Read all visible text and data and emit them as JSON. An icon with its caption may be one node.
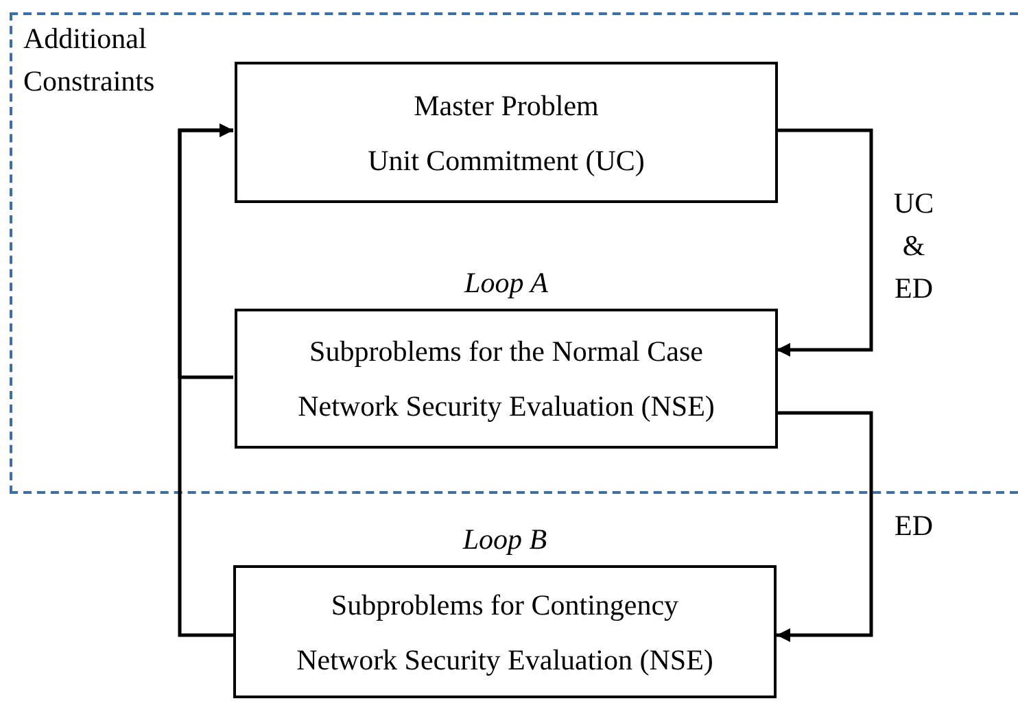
{
  "diagram": {
    "nodes": [
      {
        "text": [
          "Additional Constraints"
        ]
      },
      {
        "text": [
          "Master Problem",
          "Unit Commitment (UC)"
        ],
        "in": 0
      },
      {
        "text": [
          "Subproblems for the Normal Case",
          "Network Security Evaluation (NSE)"
        ],
        "in": 0,
        "beside": [
          "Loop A"
        ]
      },
      {
        "text": [
          "Subproblems for Contingency",
          "Network Security Evaluation (NSE)"
        ],
        "beside": [
          "Loop B"
        ]
      }
    ],
    "edges": [
      {
        "from": 1,
        "to": 2,
        "arrow": "to",
        "label": "UC & ED"
      },
      {
        "from": 2,
        "to": 3,
        "arrow": "to",
        "label": "ED"
      },
      {
        "from": 2,
        "to": 1,
        "arrow": "to"
      },
      {
        "from": 3,
        "to": 1,
        "arrow": "to"
      }
    ]
  }
}
